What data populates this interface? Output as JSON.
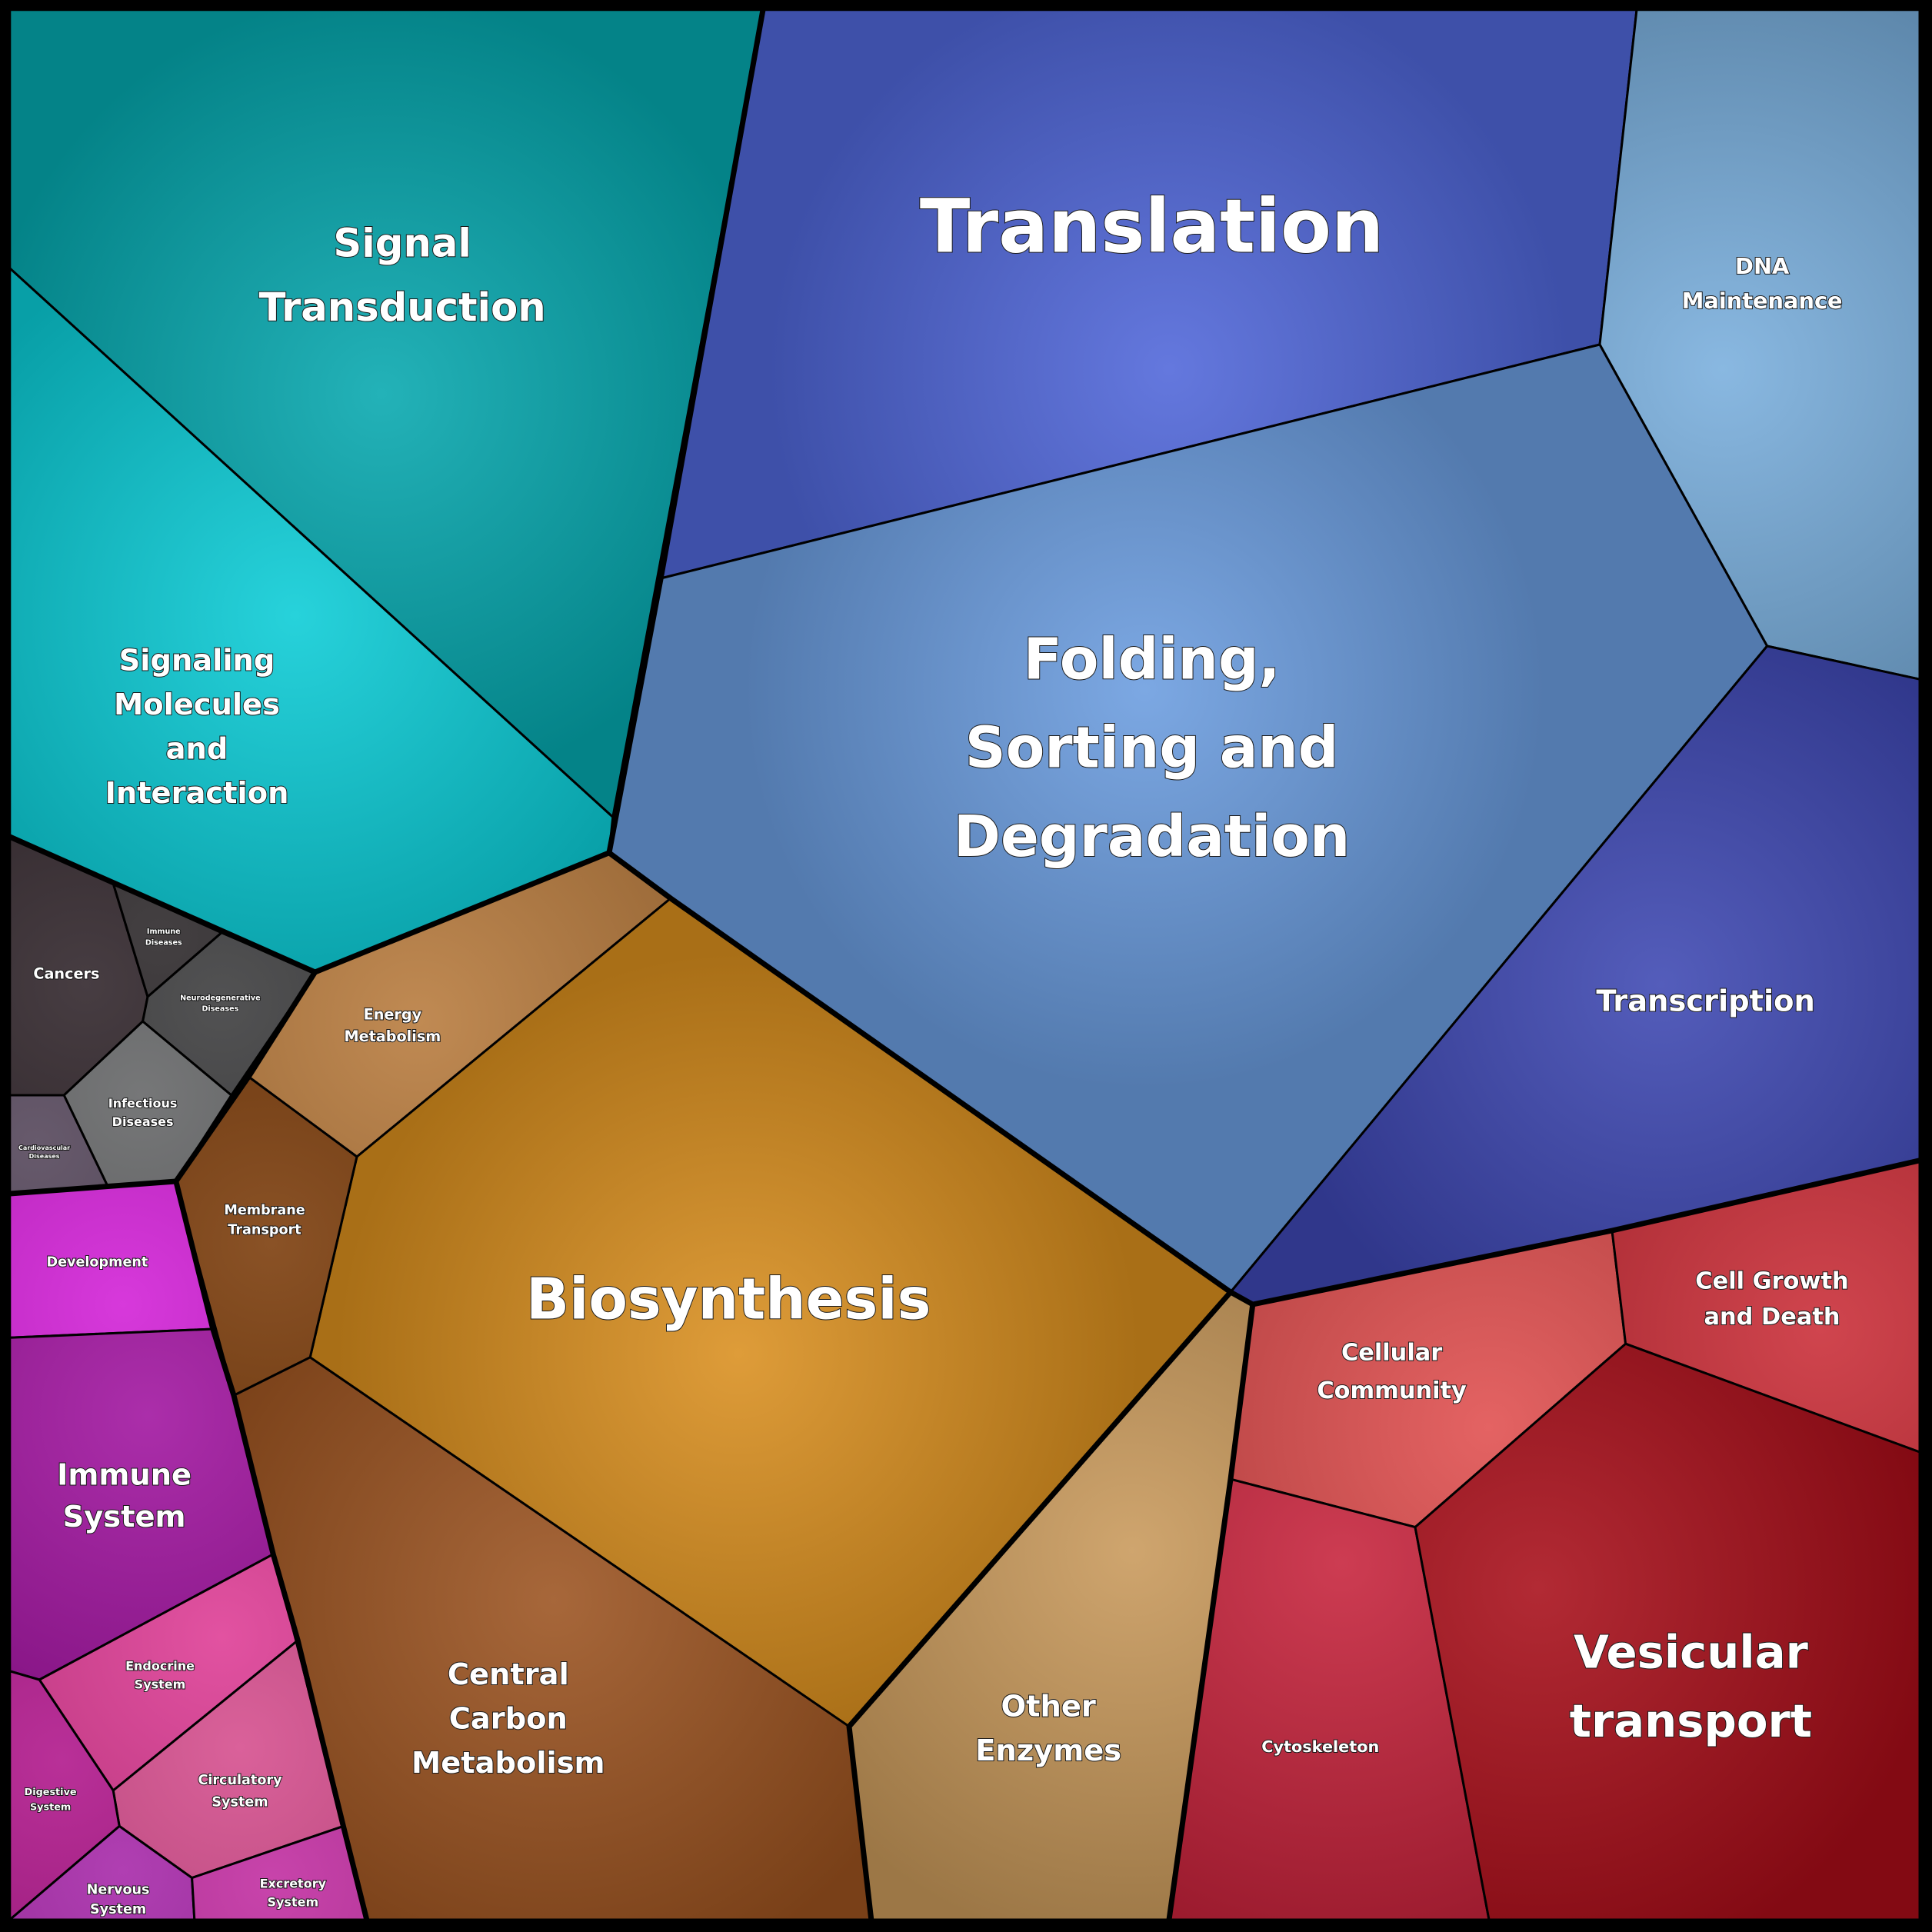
{
  "cells": [
    {
      "id": "signal-transduction",
      "lines": [
        "Signal",
        "Transduction"
      ],
      "color": "#05A8AE"
    },
    {
      "id": "signaling-molecules-interaction",
      "lines": [
        "Signaling",
        "Molecules",
        "and",
        "Interaction"
      ],
      "color": "#0ACCD6"
    },
    {
      "id": "translation",
      "lines": [
        "Translation"
      ],
      "color": "#4F66D9"
    },
    {
      "id": "dna-maintenance",
      "lines": [
        "DNA",
        "Maintenance"
      ],
      "color": "#79AEDD"
    },
    {
      "id": "folding-sorting-degradation",
      "lines": [
        "Folding,",
        "Sorting and",
        "Degradation"
      ],
      "color": "#6A9CDF"
    },
    {
      "id": "transcription",
      "lines": [
        "Transcription"
      ],
      "color": "#3D47B2"
    },
    {
      "id": "cancers",
      "lines": [
        "Cancers"
      ],
      "color": "#2E2228"
    },
    {
      "id": "immune-diseases",
      "lines": [
        "Immune",
        "Diseases"
      ],
      "color": "#2A2628"
    },
    {
      "id": "neurodegenerative-diseases",
      "lines": [
        "Neurodegenerative",
        "Diseases"
      ],
      "color": "#3A3A3C"
    },
    {
      "id": "infectious-diseases",
      "lines": [
        "Infectious",
        "Diseases"
      ],
      "color": "#636466"
    },
    {
      "id": "cardiovascular-diseases",
      "lines": [
        "Cardiovascular",
        "Diseases"
      ],
      "color": "#524458"
    },
    {
      "id": "energy-metabolism",
      "lines": [
        "Energy",
        "Metabolism"
      ],
      "color": "#B77A3C"
    },
    {
      "id": "biosynthesis",
      "lines": [
        "Biosynthesis"
      ],
      "color": "#D98E1E"
    },
    {
      "id": "membrane-transport",
      "lines": [
        "Membrane",
        "Transport"
      ],
      "color": "#7A3A08"
    },
    {
      "id": "development",
      "lines": [
        "Development"
      ],
      "color": "#D21ED6"
    },
    {
      "id": "immune-system",
      "lines": [
        "Immune",
        "System"
      ],
      "color": "#A0129E"
    },
    {
      "id": "endocrine-system",
      "lines": [
        "Endocrine",
        "System"
      ],
      "color": "#DE3A94"
    },
    {
      "id": "circulatory-system",
      "lines": [
        "Circulatory",
        "System"
      ],
      "color": "#D54B8C"
    },
    {
      "id": "digestive-system",
      "lines": [
        "Digestive",
        "System"
      ],
      "color": "#B0148A"
    },
    {
      "id": "nervous-system",
      "lines": [
        "Nervous",
        "System"
      ],
      "color": "#A525A8"
    },
    {
      "id": "excretory-system",
      "lines": [
        "Excretory",
        "System"
      ],
      "color": "#C02AA0"
    },
    {
      "id": "central-carbon-metabolism",
      "lines": [
        "Central",
        "Carbon",
        "Metabolism"
      ],
      "color": "#9B521F"
    },
    {
      "id": "other-enzymes",
      "lines": [
        "Other",
        "Enzymes"
      ],
      "color": "#C8995A"
    },
    {
      "id": "cellular-community",
      "lines": [
        "Cellular",
        "Community"
      ],
      "color": "#E04E4E"
    },
    {
      "id": "cell-growth-and-death",
      "lines": [
        "Cell Growth",
        "and Death"
      ],
      "color": "#CA2C36"
    },
    {
      "id": "cytoskeleton",
      "lines": [
        "Cytoskeleton"
      ],
      "color": "#C6213A"
    },
    {
      "id": "vesicular-transport",
      "lines": [
        "Vesicular",
        "transport"
      ],
      "color": "#A80D18"
    }
  ]
}
